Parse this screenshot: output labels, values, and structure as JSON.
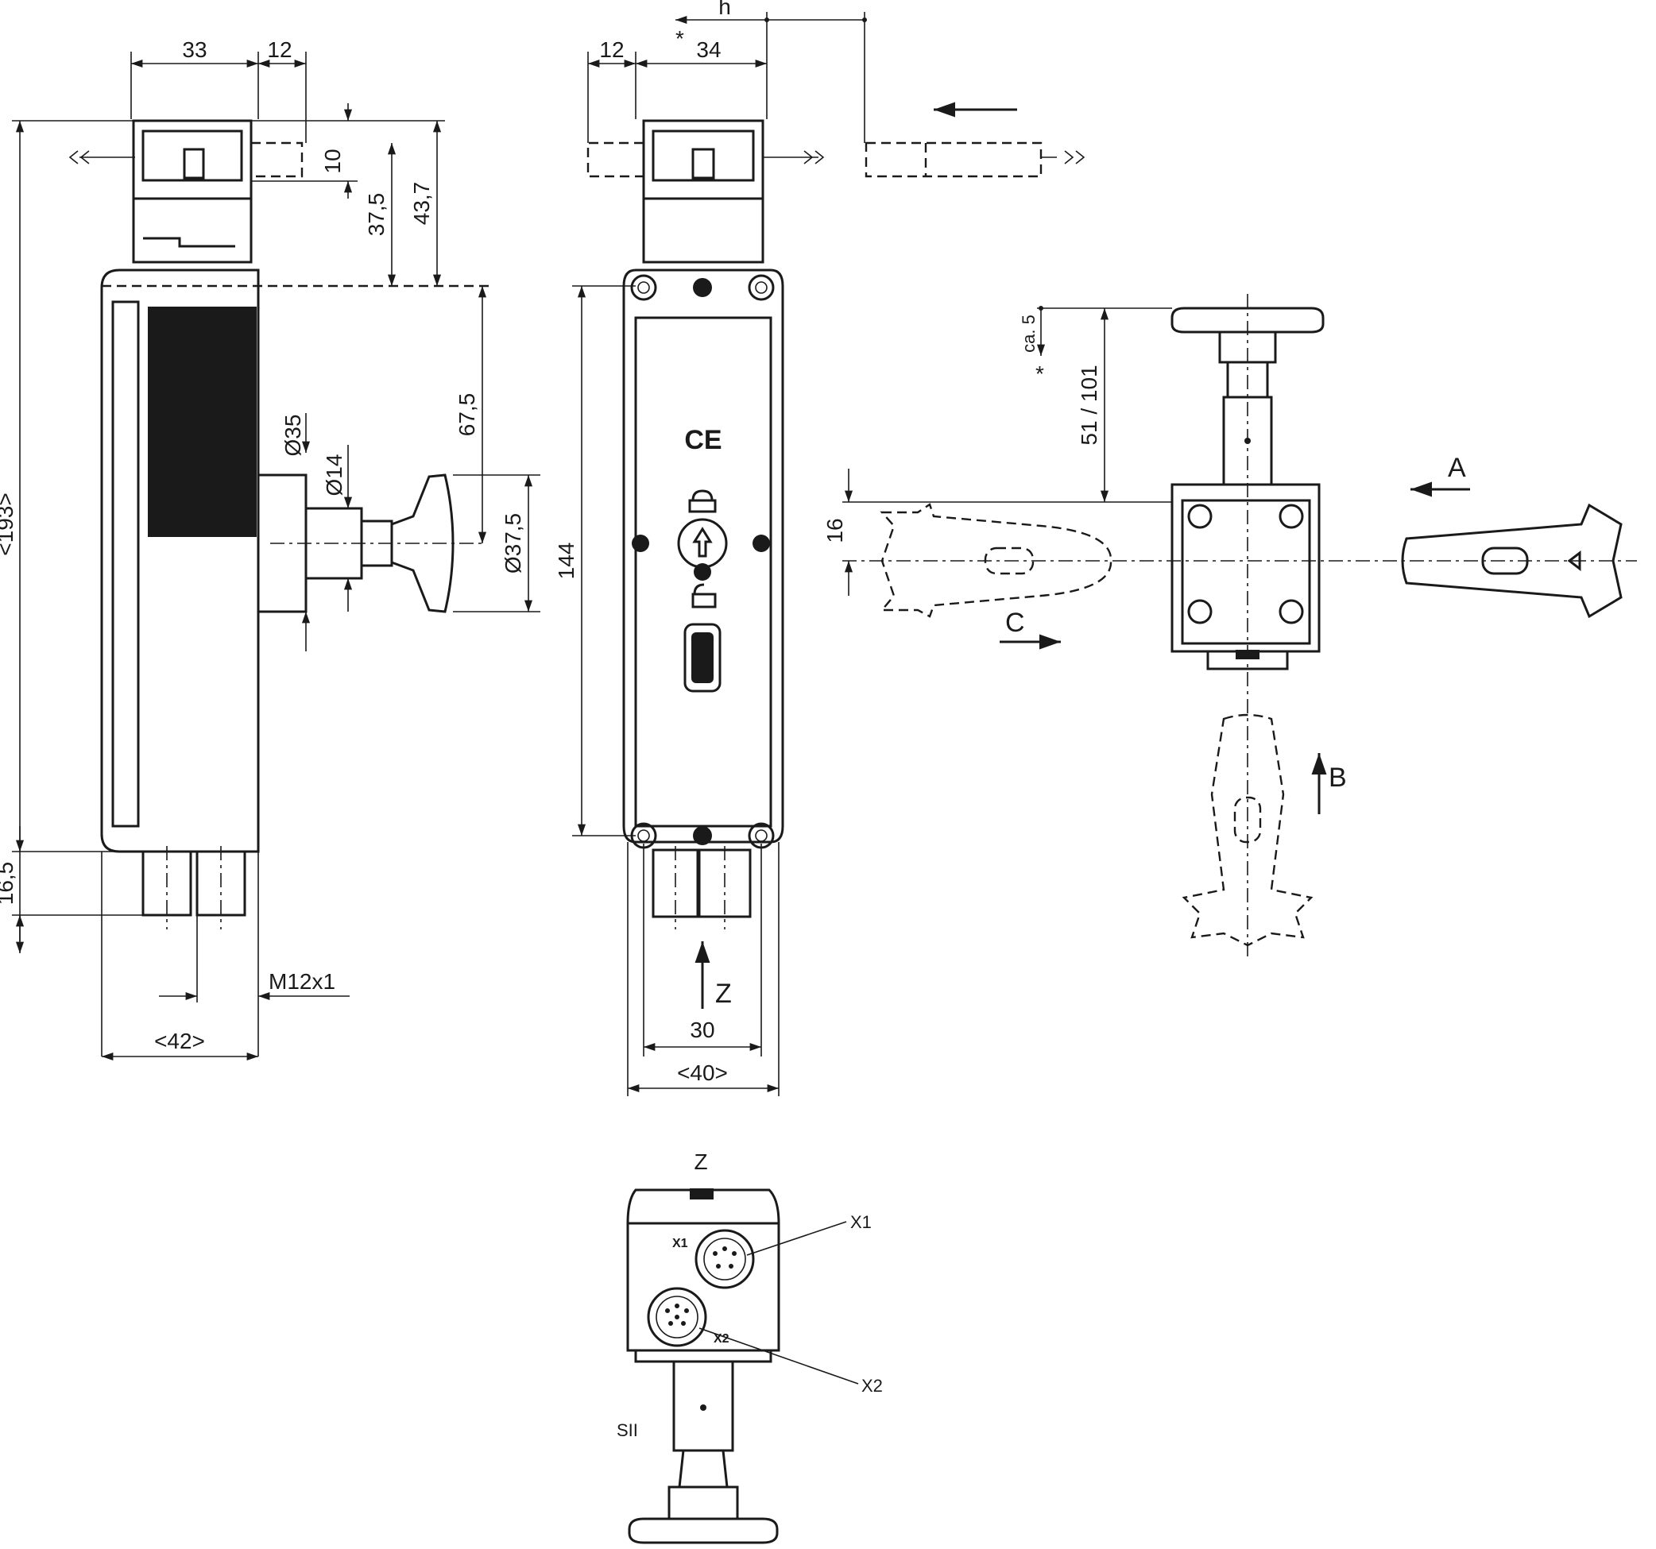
{
  "side_view": {
    "dims": {
      "w33": "33",
      "w12": "12",
      "h10": "10",
      "h37_5": "37,5",
      "h43_7": "43,7",
      "h67_5": "67,5",
      "h193": "<193>",
      "h16_5": "16,5",
      "d35": "Ø35",
      "d14": "Ø14",
      "d37_5": "Ø37,5",
      "thread": "M12x1",
      "w42": "<42>"
    }
  },
  "front_view": {
    "dims": {
      "w12": "12",
      "w34": "34",
      "h": "h",
      "star": "*",
      "h144": "144",
      "w30": "30",
      "w40": "<40>"
    },
    "view_arrow_label": "Z",
    "ce_mark": "CE"
  },
  "actuator_view": {
    "dims": {
      "ca5": "ca. 5",
      "star": "*",
      "h51_101": "51 / 101",
      "h16": "16"
    },
    "approach_labels": {
      "a": "A",
      "b": "B",
      "c": "C"
    }
  },
  "bottom_view": {
    "title": "Z",
    "connector_tags": {
      "x1": "X1",
      "x2": "X2"
    },
    "callouts": {
      "x1": "X1",
      "x2": "X2",
      "sii": "SII"
    }
  },
  "colors": {
    "line": "#1a1a1a",
    "background": "#ffffff"
  }
}
